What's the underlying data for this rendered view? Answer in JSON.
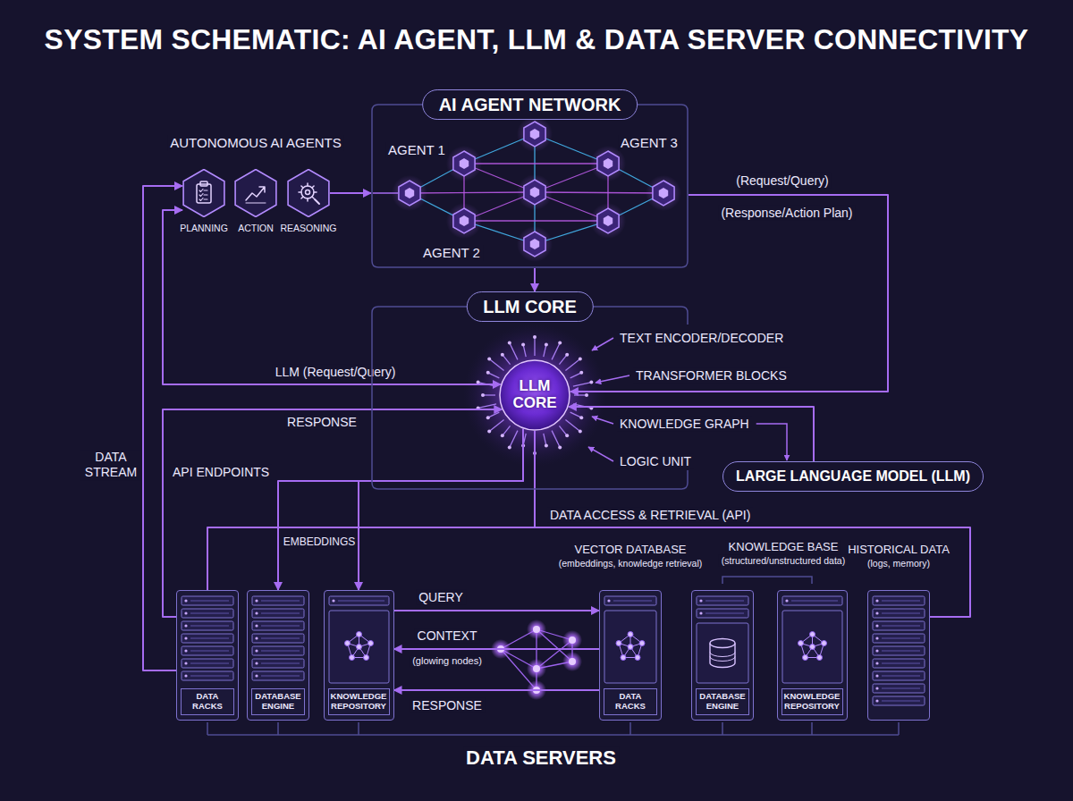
{
  "diagram": {
    "title": "SYSTEM SCHEMATIC: AI AGENT, LLM & DATA SERVER CONNECTIVITY",
    "nodes": [
      {
        "text": [
          "AI AGENT NETWORK"
        ]
      },
      {
        "text": [
          "PLANNING"
        ]
      },
      {
        "text": [
          "ACTION"
        ]
      },
      {
        "text": [
          "REASONING"
        ]
      },
      {
        "text": [
          "LLM CORE"
        ]
      },
      {
        "text": [
          "LLM CORE"
        ],
        "in": 4
      },
      {
        "text": [
          "LARGE LANGUAGE MODEL (LLM)"
        ]
      },
      {
        "text": [
          "DATA RACKS"
        ]
      },
      {
        "text": [
          "DATABASE ENGINE"
        ]
      },
      {
        "text": [
          "KNOWLEDGE REPOSITORY"
        ]
      },
      {
        "text": [
          "VECTOR DATABASE",
          "(embeddings, knowledge retrieval)",
          "DATA RACKS"
        ]
      },
      {
        "text": [
          "DATABASE ENGINE"
        ]
      },
      {
        "text": [
          "KNOWLEDGE REPOSITORY"
        ]
      },
      {
        "text": [
          "HISTORICAL DATA",
          "(logs, memory)"
        ]
      }
    ],
    "edges": [
      {
        "from": 3,
        "to": 0,
        "arrow": "to"
      },
      {
        "from": 0,
        "to": 4,
        "arrow": "to"
      },
      {
        "from": 0,
        "to": 5,
        "label": "(Request/Query)",
        "arrow": "to"
      },
      {
        "from": 5,
        "to": 1,
        "label": "LLM (Request/Query)",
        "arrow": "both"
      },
      {
        "from": 7,
        "to": 5,
        "label": "RESPONSE",
        "arrow": "to"
      },
      {
        "from": 7,
        "to": 1,
        "label": "DATA STREAM",
        "arrow": "to"
      },
      {
        "from": 5,
        "to": 8,
        "arrow": "to"
      },
      {
        "from": 5,
        "to": 9,
        "label": "EMBEDDINGS",
        "arrow": "to"
      },
      {
        "from": 5,
        "to": 7,
        "arrow": "none"
      },
      {
        "from": 5,
        "to": 13,
        "arrow": "none"
      },
      {
        "from": 9,
        "to": 10,
        "label": "QUERY",
        "arrow": "to"
      },
      {
        "from": 10,
        "to": 9,
        "label": "CONTEXT",
        "arrow": "to"
      },
      {
        "from": 10,
        "to": 9,
        "label": "RESPONSE",
        "arrow": "to"
      },
      {
        "from": 6,
        "to": 5,
        "arrow": "to"
      }
    ],
    "labels": [
      "AUTONOMOUS AI AGENTS",
      "AGENT 1",
      "AGENT 3",
      "AGENT 2",
      "(Response/Action Plan)",
      "TEXT ENCODER/DECODER",
      "TRANSFORMER BLOCKS",
      "API ENDPOINTS",
      "KNOWLEDGE GRAPH",
      "LOGIC UNIT",
      "DATA ACCESS & RETRIEVAL (API)",
      "KNOWLEDGE BASE",
      "(structured/unstructured data)",
      "(glowing nodes)",
      "DATA SERVERS"
    ]
  }
}
